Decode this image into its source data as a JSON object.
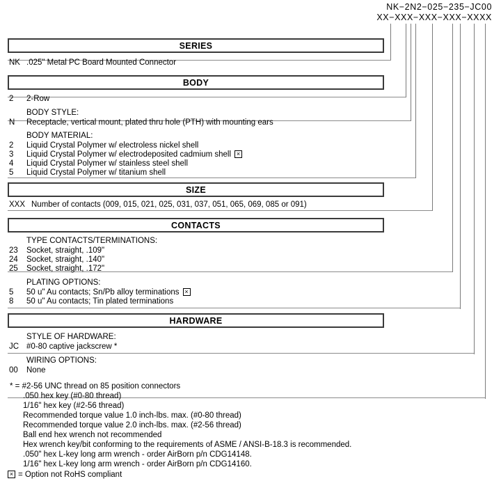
{
  "part_number": {
    "example": "NK−2N2−025−235−JC00",
    "mask": "XX−XXX−XXX−XXX−XXXX"
  },
  "sections": [
    {
      "title": "SERIES",
      "groups": [
        {
          "label": "",
          "options": [
            {
              "code": "NK",
              "desc": ".025\" Metal PC Board Mounted Connector",
              "rohs_flag": false
            }
          ]
        }
      ]
    },
    {
      "title": "BODY",
      "groups": [
        {
          "label": "",
          "options": [
            {
              "code": "2",
              "desc": "2-Row",
              "rohs_flag": false
            }
          ]
        },
        {
          "label": "BODY STYLE:",
          "options": [
            {
              "code": "N",
              "desc": "Receptacle, vertical mount, plated thru hole (PTH) with mounting ears",
              "rohs_flag": false
            }
          ]
        },
        {
          "label": "BODY MATERIAL:",
          "options": [
            {
              "code": "2",
              "desc": "Liquid Crystal Polymer w/ electroless nickel shell",
              "rohs_flag": false
            },
            {
              "code": "3",
              "desc": "Liquid Crystal Polymer w/ electrodeposited cadmium shell",
              "rohs_flag": true
            },
            {
              "code": "4",
              "desc": "Liquid Crystal Polymer w/ stainless steel shell",
              "rohs_flag": false
            },
            {
              "code": "5",
              "desc": "Liquid Crystal Polymer w/ titanium shell",
              "rohs_flag": false
            }
          ]
        }
      ]
    },
    {
      "title": "SIZE",
      "groups": [
        {
          "label": "",
          "options": [
            {
              "code": "XXX",
              "desc": "Number of contacts (009, 015, 021, 025, 031, 037, 051, 065, 069, 085 or 091)",
              "rohs_flag": false
            }
          ]
        }
      ]
    },
    {
      "title": "CONTACTS",
      "groups": [
        {
          "label": "TYPE CONTACTS/TERMINATIONS:",
          "options": [
            {
              "code": "23",
              "desc": "Socket, straight, .109\"",
              "rohs_flag": false
            },
            {
              "code": "24",
              "desc": "Socket, straight, .140\"",
              "rohs_flag": false
            },
            {
              "code": "25",
              "desc": "Socket, straight, .172\"",
              "rohs_flag": false
            }
          ]
        },
        {
          "label": "PLATING OPTIONS:",
          "options": [
            {
              "code": "5",
              "desc": "50 u\" Au contacts; Sn/Pb alloy terminations",
              "rohs_flag": true
            },
            {
              "code": "8",
              "desc": "50 u\" Au contacts; Tin plated terminations",
              "rohs_flag": false
            }
          ]
        }
      ]
    },
    {
      "title": "HARDWARE",
      "groups": [
        {
          "label": "STYLE OF HARDWARE:",
          "options": [
            {
              "code": "JC",
              "desc": "#0-80 captive jackscrew *",
              "rohs_flag": false
            }
          ]
        },
        {
          "label": "WIRING OPTIONS:",
          "options": [
            {
              "code": "00",
              "desc": "None",
              "rohs_flag": false
            }
          ]
        }
      ]
    }
  ],
  "footnotes": [
    "* = #2-56 UNC thread on 85 position connectors",
    ".050 hex key (#0-80 thread)",
    "1/16\" hex key (#2-56 thread)",
    "Recommended torque value 1.0 inch-lbs. max. (#0-80 thread)",
    "Recommended torque value 2.0 inch-lbs. max. (#2-56 thread)",
    "Ball end hex wrench not recommended",
    "Hex wrench key/bit conforming to the requirements of ASME / ANSI-B-18.3 is recommended.",
    ".050\" hex L-key long arm wrench - order AirBorn p/n CDG14148.",
    "1/16\" hex L-key long arm wrench - order AirBorn p/n CDG14160."
  ],
  "rohs_legend": "= Option not RoHS compliant",
  "rohs_symbol": "×",
  "colors": {
    "header_border": "#3a3a3a",
    "rule": "#8a8a8a",
    "leader": "#7a7a7a",
    "text": "#000000"
  }
}
